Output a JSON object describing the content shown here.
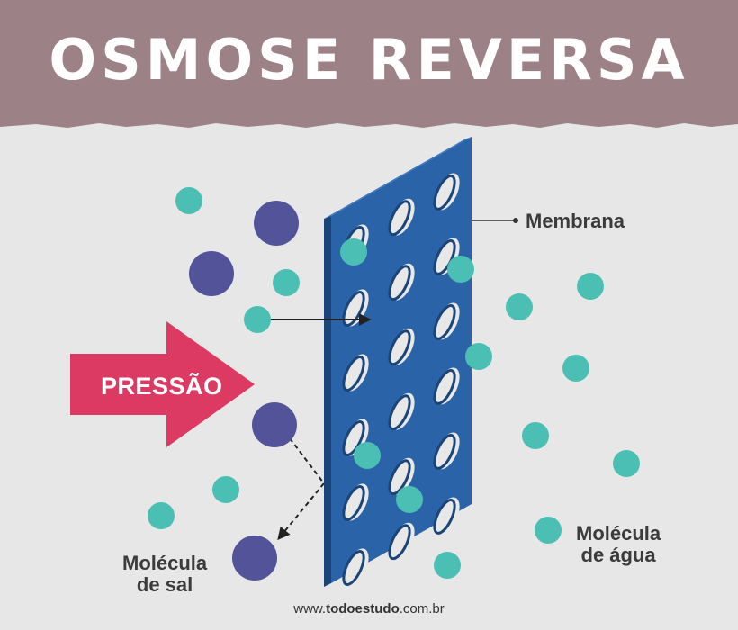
{
  "title": "OSMOSE REVERSA",
  "labels": {
    "membrane": "Membrana",
    "water_line1": "Molécula",
    "water_line2": "de água",
    "salt_line1": "Molécula",
    "salt_line2": "de sal",
    "pressure": "PRESSÃO"
  },
  "footer": {
    "prefix": "www.",
    "brand": "todoestudo",
    "suffix": ".com.br"
  },
  "colors": {
    "banner": "#9c8187",
    "membrane": "#2a63a8",
    "water_molecule": "#4bbfb3",
    "salt_molecule": "#535399",
    "pressure_arrow": "#dd3a63"
  }
}
